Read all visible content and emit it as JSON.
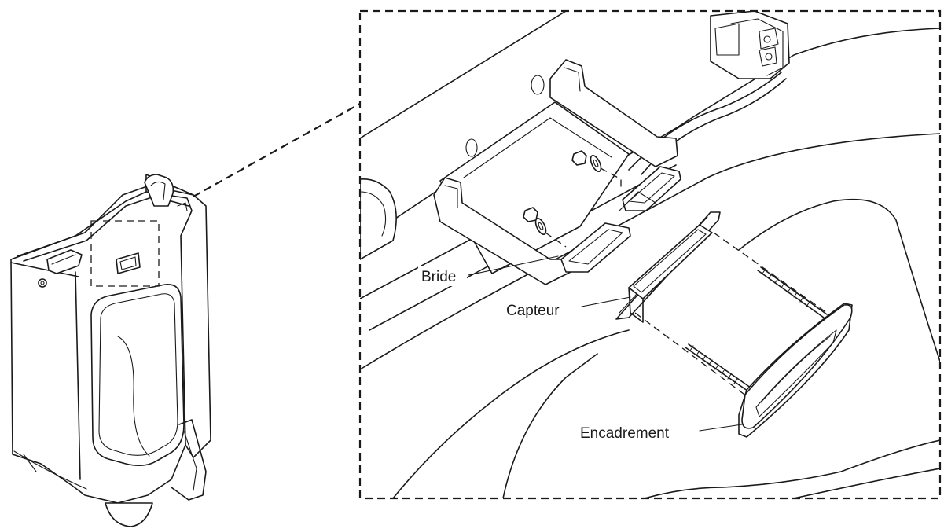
{
  "callouts": {
    "bride": "Bride",
    "capteur": "Capteur",
    "encadrement": "Encadrement"
  },
  "line_color": "#1a1a1a",
  "background_color": "#ffffff"
}
